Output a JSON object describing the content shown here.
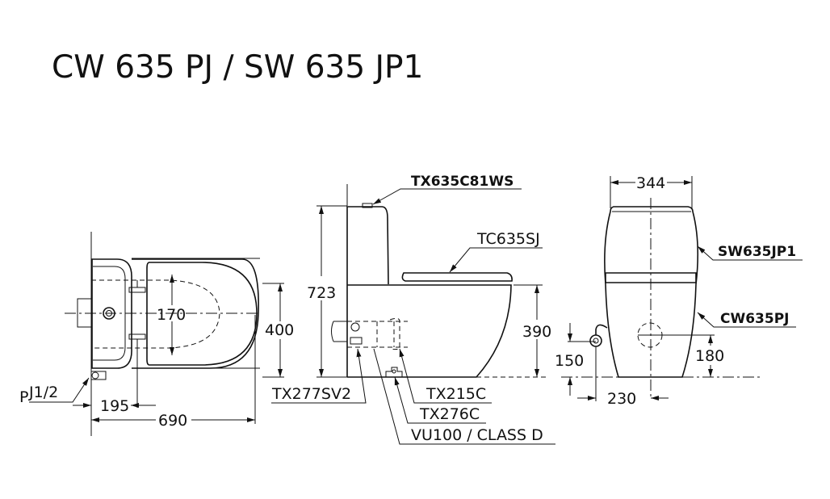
{
  "title": "CW 635 PJ / SW 635 JP1",
  "top_view": {
    "dim_170": "170",
    "dim_400": "400",
    "dim_195": "195",
    "dim_690": "690",
    "pipe_label_p": "P",
    "pipe_label": "J1/2"
  },
  "side_view": {
    "dim_723": "723",
    "dim_390": "390",
    "labels": [
      "TX635C81WS",
      "TC635SJ",
      "TX277SV2",
      "TX215C",
      "TX276C",
      "VU100 / CLASS D"
    ]
  },
  "front_view": {
    "dim_344": "344",
    "dim_180": "180",
    "dim_150": "150",
    "dim_230": "230",
    "labels": [
      "SW635JP1",
      "CW635PJ"
    ]
  }
}
